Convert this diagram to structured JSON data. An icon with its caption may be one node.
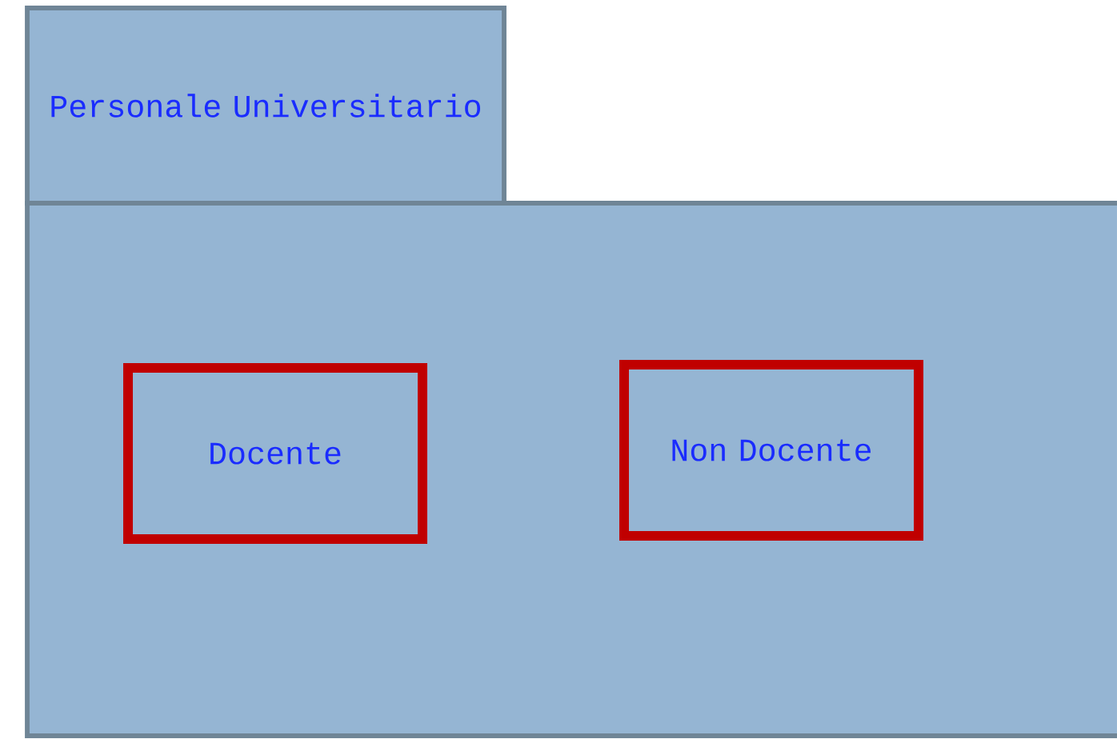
{
  "diagram": {
    "nodes": [
      {
        "text": [
          "Personale Universitario"
        ]
      },
      {
        "text": [
          "Docente"
        ],
        "in": 0
      },
      {
        "text": [
          "Non Docente"
        ],
        "in": 0
      }
    ]
  }
}
